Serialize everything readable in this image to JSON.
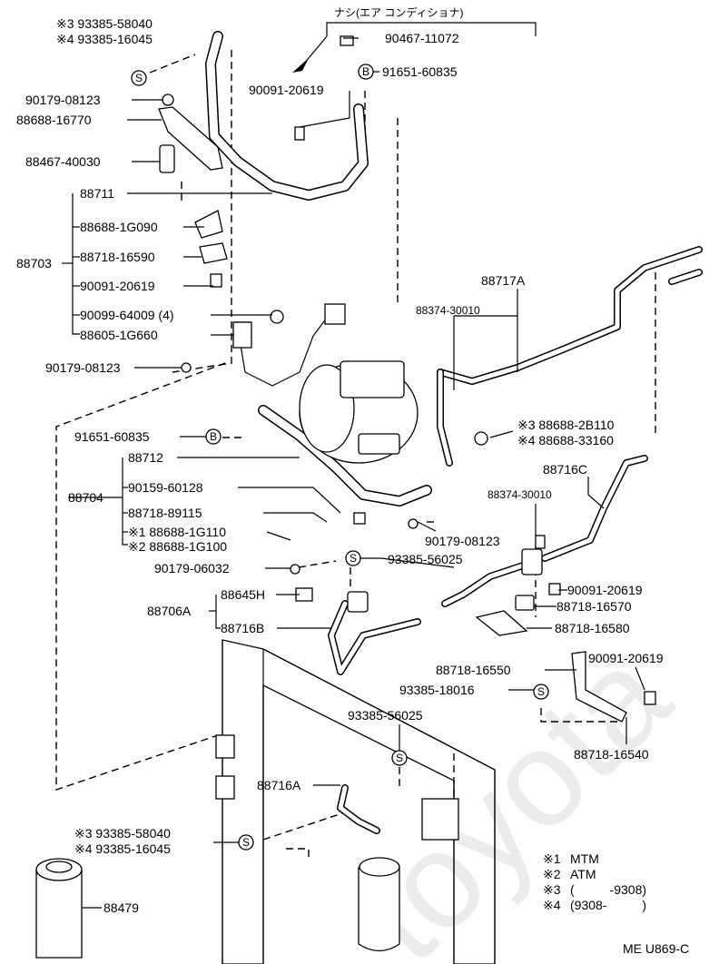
{
  "watermark": "toyota",
  "header_note": "ナシ(エア コンディショナ)",
  "diagram_code": "ME U869-C",
  "labels": {
    "p_93385_58040_top": "※3  93385-58040",
    "p_93385_16045_top": "※4  93385-16045",
    "p_90467_11072": "90467-11072",
    "p_91651_60835_top": "91651-60835",
    "p_90091_20619_a": "90091-20619",
    "p_90179_08123_a": "90179-08123",
    "p_88688_16770": "88688-16770",
    "p_88467_40030": "88467-40030",
    "p_88711": "88711",
    "p_88688_1G090": "88688-1G090",
    "p_88718_16590": "88718-16590",
    "p_88703": "88703",
    "p_90091_20619_b": "90091-20619",
    "p_90099_64009": "90099-64009 (4)",
    "p_88605_1G660": "88605-1G660",
    "p_90179_08123_b": "90179-08123",
    "p_88717A": "88717A",
    "p_88374_30010_a": "88374-30010",
    "p_91651_60835_mid": "91651-60835",
    "p_88688_2B110": "※3  88688-2B110",
    "p_88688_33160": "※4  88688-33160",
    "p_88712": "88712",
    "p_88716C": "88716C",
    "p_90159_60128": "90159-60128",
    "p_88374_30010_b": "88374-30010",
    "p_88704": "88704",
    "p_88718_89115": "88718-89115",
    "p_88688_1G110": "※1  88688-1G110",
    "p_88688_1G100": "※2  88688-1G100",
    "p_90179_08123_c": "90179-08123",
    "p_90179_06032": "90179-06032",
    "p_93385_56025_a": "93385-56025",
    "p_90091_20619_c": "90091-20619",
    "p_88645H": "88645H",
    "p_88706A": "88706A",
    "p_88718_16570": "88718-16570",
    "p_88716B": "88716B",
    "p_88718_16580": "88718-16580",
    "p_90091_20619_d": "90091-20619",
    "p_88718_16550": "88718-16550",
    "p_93385_18016": "93385-18016",
    "p_93385_56025_b": "93385-56025",
    "p_88718_16540": "88718-16540",
    "p_88716A": "88716A",
    "p_93385_58040_bot": "※3  93385-58040",
    "p_93385_16045_bot": "※4  93385-16045",
    "p_88479": "88479"
  },
  "legend": [
    {
      "mark": "※1",
      "text": "MTM"
    },
    {
      "mark": "※2",
      "text": "ATM"
    },
    {
      "mark": "※3",
      "text": "(          -9308)"
    },
    {
      "mark": "※4",
      "text": "(9308-          )"
    }
  ],
  "symbols": {
    "s_badge": "S",
    "b_badge": "B"
  }
}
